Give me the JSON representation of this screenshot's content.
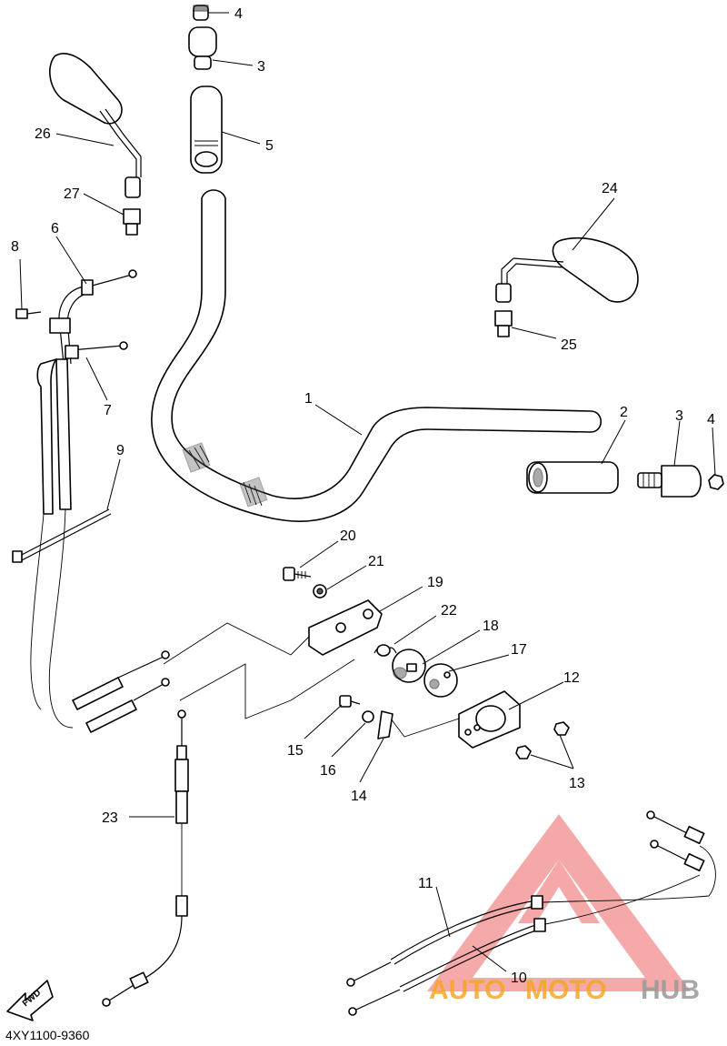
{
  "diagram_code": "4XY1100-9360",
  "fwd_label": "FWD",
  "watermark": {
    "part1": "AUTO",
    "part2": "MOTO",
    "part3": "HUB",
    "color_primary": "#f6a623",
    "color_secondary": "#9a9a9a",
    "triangle_color": "#f28c8c"
  },
  "callouts": {
    "c1": "1",
    "c2": "2",
    "c3a": "3",
    "c3b": "3",
    "c4a": "4",
    "c4b": "4",
    "c5": "5",
    "c6": "6",
    "c7": "7",
    "c8": "8",
    "c9": "9",
    "c10": "10",
    "c11": "11",
    "c12": "12",
    "c13": "13",
    "c14": "14",
    "c15": "15",
    "c16": "16",
    "c17": "17",
    "c18": "18",
    "c19": "19",
    "c20": "20",
    "c21": "21",
    "c22": "22",
    "c23": "23",
    "c24": "24",
    "c25": "25",
    "c26": "26",
    "c27": "27"
  }
}
